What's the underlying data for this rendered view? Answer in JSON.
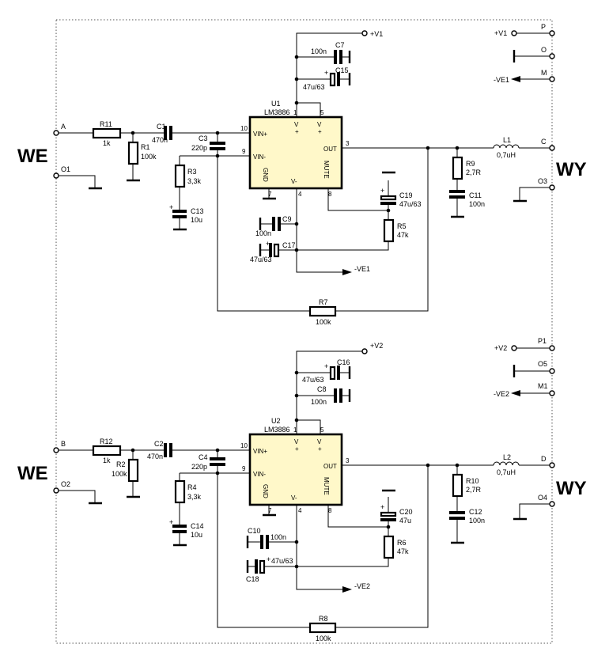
{
  "section_labels": {
    "in_top": "WE",
    "out_top": "WY",
    "in_bot": "WE",
    "out_bot": "WY"
  },
  "terminals": {
    "A": "A",
    "O1": "O1",
    "B": "B",
    "O2": "O2",
    "C": "C",
    "O3": "O3",
    "D": "D",
    "O4": "O4",
    "P": "P",
    "O": "O",
    "M": "M",
    "P1": "P1",
    "O5": "O5",
    "M1": "M1"
  },
  "rails": {
    "v1_top": "+V1",
    "v1_side": "+V1",
    "ve1_side": "-VE1",
    "ve1_bottom": "-VE1",
    "v2_top": "+V2",
    "v2_side": "+V2",
    "ve2_side": "-VE2",
    "ve2_bottom": "-VE2"
  },
  "ic": {
    "u1": {
      "name": "U1",
      "part": "LM3886"
    },
    "u2": {
      "name": "U2",
      "part": "LM3886"
    },
    "pins": {
      "vin_plus": "VIN+",
      "vin_minus": "VIN-",
      "out": "OUT",
      "gnd": "GND",
      "v_minus": "V-",
      "mute": "MUTE",
      "v": "V",
      "plus": "+",
      "p1": "1",
      "p5": "5",
      "p10": "10",
      "p9": "9",
      "p3": "3",
      "p7": "7",
      "p4": "4",
      "p8": "8"
    }
  },
  "components": {
    "R11": {
      "ref": "R11",
      "value": "1k"
    },
    "R1": {
      "ref": "R1",
      "value": "100k"
    },
    "C1": {
      "ref": "C1",
      "value": "470n"
    },
    "C3": {
      "ref": "C3",
      "value": "220p"
    },
    "R3": {
      "ref": "R3",
      "value": "3,3k"
    },
    "C13": {
      "ref": "C13",
      "value": "10u"
    },
    "C7": {
      "ref": "C7",
      "value": "100n"
    },
    "C15": {
      "ref": "C15",
      "value": "47u/63"
    },
    "C9": {
      "ref": "C9",
      "value": "100n"
    },
    "C17": {
      "ref": "C17",
      "value": "47u/63"
    },
    "C19": {
      "ref": "C19",
      "value": "47u/63"
    },
    "R5": {
      "ref": "R5",
      "value": "47k"
    },
    "R9": {
      "ref": "R9",
      "value": "2,7R"
    },
    "C11": {
      "ref": "C11",
      "value": "100n"
    },
    "L1": {
      "ref": "L1",
      "value": "0,7uH"
    },
    "R7": {
      "ref": "R7",
      "value": "100k"
    },
    "R12": {
      "ref": "R12",
      "value": "1k"
    },
    "R2": {
      "ref": "R2",
      "value": "100k"
    },
    "C2": {
      "ref": "C2",
      "value": "470n"
    },
    "C4": {
      "ref": "C4",
      "value": "220p"
    },
    "R4": {
      "ref": "R4",
      "value": "3,3k"
    },
    "C14": {
      "ref": "C14",
      "value": "10u"
    },
    "C16": {
      "ref": "C16",
      "value": "47u/63"
    },
    "C8": {
      "ref": "C8",
      "value": "100n"
    },
    "C10": {
      "ref": "C10",
      "value": "100n"
    },
    "C18": {
      "ref": "C18",
      "value": "47u/63"
    },
    "C20": {
      "ref": "C20",
      "value": "47u"
    },
    "R6": {
      "ref": "R6",
      "value": "47k"
    },
    "R10": {
      "ref": "R10",
      "value": "2,7R"
    },
    "C12": {
      "ref": "C12",
      "value": "100n"
    },
    "L2": {
      "ref": "L2",
      "value": "0,7uH"
    },
    "R8": {
      "ref": "R8",
      "value": "100k"
    }
  },
  "plus_sign": "+"
}
